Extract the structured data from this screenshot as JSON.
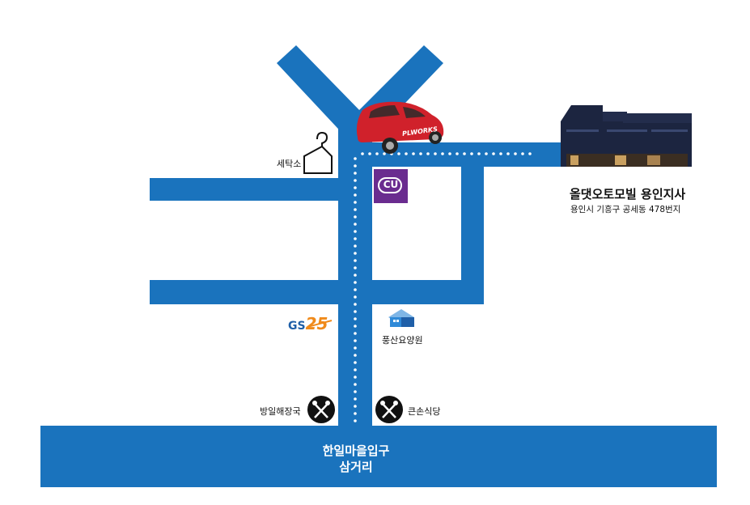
{
  "landmarks": {
    "laundry": "세탁소",
    "cu": "CU",
    "gs25_gs": "GS",
    "gs25_num": "25",
    "nursing_home": "풍산요양원",
    "restaurant_left": "방일해장국",
    "restaurant_right": "큰손식당",
    "car_brand": "PLWORKS"
  },
  "destination": {
    "name": "올댓오토모빌 용인지사",
    "address": "용인시 기흥구 공세동 478번지"
  },
  "main_road": {
    "line1": "한일마을입구",
    "line2": "삼거리"
  },
  "colors": {
    "road": "#1a73bd",
    "route_dots": "#ffffff",
    "cu_purple": "#6a2c8f",
    "gs_blue": "#1f5fa8",
    "gs_orange": "#f08a1a"
  }
}
